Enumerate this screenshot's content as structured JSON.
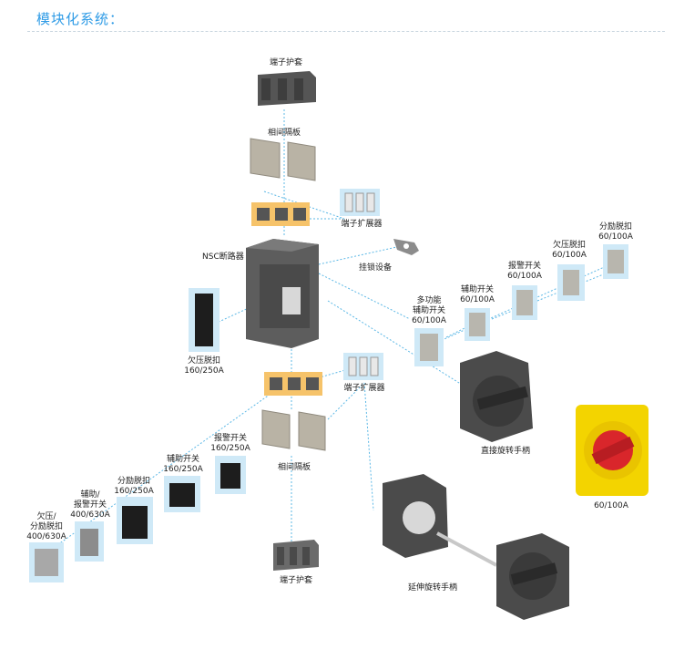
{
  "header": {
    "title": "模块化系统："
  },
  "labels": {
    "terminal_cover_top": "端子护套",
    "phase_barrier_top": "相间隔板",
    "terminal_ext_top": "端子扩展器",
    "nsc_breaker": "NSC断路器",
    "lock_device": "挂锁设备",
    "uv_release_left": [
      "欠压脱扣",
      "160/250A"
    ],
    "multi_aux": [
      "多功能",
      "辅助开关",
      "60/100A"
    ],
    "aux_switch_60": [
      "辅助开关",
      "60/100A"
    ],
    "alarm_switch_60": [
      "报警开关",
      "60/100A"
    ],
    "uv_release_60": [
      "欠压脱扣",
      "60/100A"
    ],
    "shunt_release_60": [
      "分励脱扣",
      "60/100A"
    ],
    "terminal_ext_bottom": "端子扩展器",
    "direct_handle": "直接旋转手柄",
    "yellow_handle": "60/100A",
    "phase_barrier_bottom": "相间隔板",
    "terminal_cover_bottom": "端子护套",
    "extended_handle": "延伸旋转手柄",
    "alarm_switch_160": [
      "报警开关",
      "160/250A"
    ],
    "aux_switch_160": [
      "辅助开关",
      "160/250A"
    ],
    "shunt_release_160": [
      "分励脱扣",
      "160/250A"
    ],
    "aux_alarm_400": [
      "辅助/",
      "报警开关",
      "400/630A"
    ],
    "uv_shunt_400": [
      "欠压/",
      "分励脱扣",
      "400/630A"
    ]
  },
  "colors": {
    "header": "#2e9be6",
    "highlight_bg": "#f6c36a",
    "part_bg": "#cfe9f7",
    "connector_line": "#5cb8e6",
    "yellow_handle": "#f3d400",
    "red_knob": "#d9262b"
  }
}
